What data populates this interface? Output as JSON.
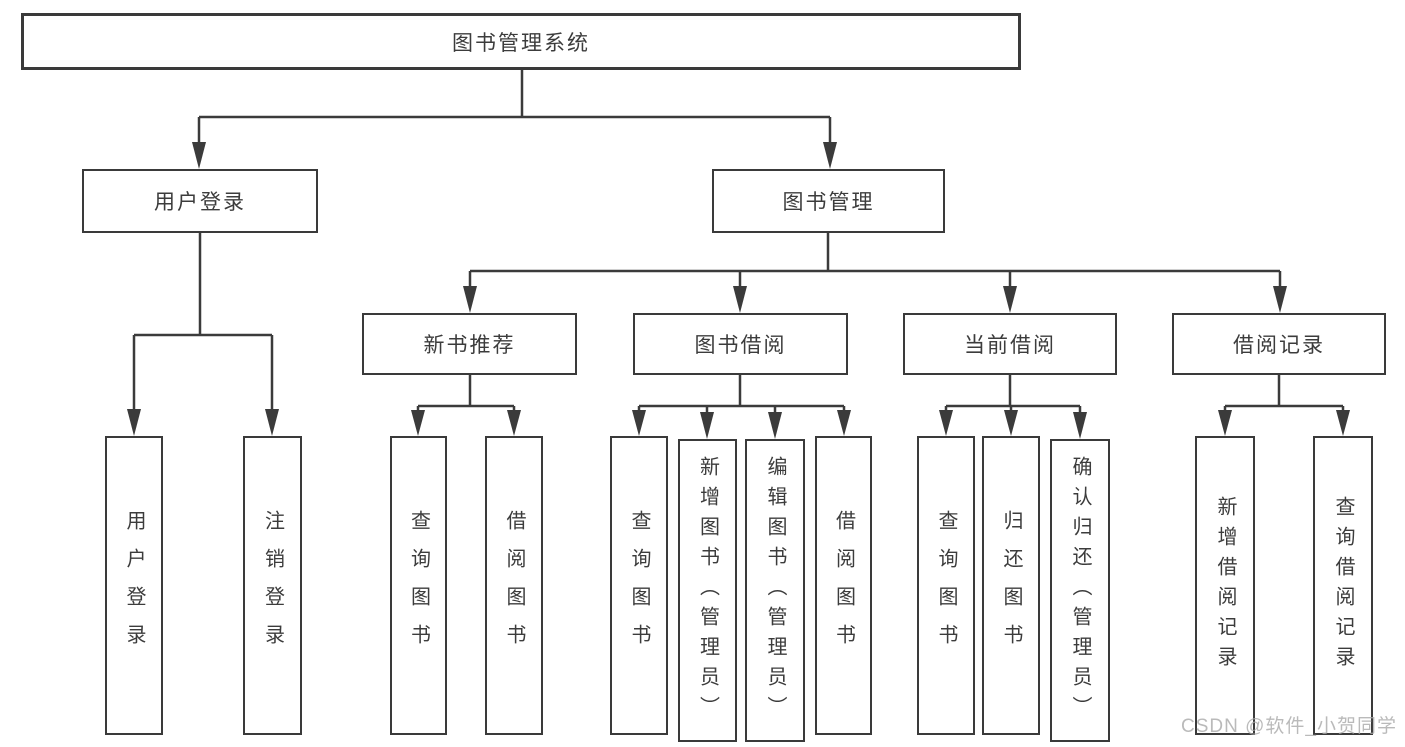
{
  "diagram": {
    "title": "图书管理系统",
    "root": {
      "label": "图书管理系统"
    },
    "level2": [
      {
        "id": "user-login",
        "label": "用户登录"
      },
      {
        "id": "book-management",
        "label": "图书管理"
      }
    ],
    "level3": [
      {
        "id": "new-book-recommend",
        "parent": "book-management",
        "label": "新书推荐"
      },
      {
        "id": "book-borrow",
        "parent": "book-management",
        "label": "图书借阅"
      },
      {
        "id": "current-borrow",
        "parent": "book-management",
        "label": "当前借阅"
      },
      {
        "id": "borrow-records",
        "parent": "book-management",
        "label": "借阅记录"
      }
    ],
    "leaves": [
      {
        "parent": "user-login",
        "label": "用户登录"
      },
      {
        "parent": "user-login",
        "label": "注销登录"
      },
      {
        "parent": "new-book-recommend",
        "label": "查询图书"
      },
      {
        "parent": "new-book-recommend",
        "label": "借阅图书"
      },
      {
        "parent": "book-borrow",
        "label": "查询图书"
      },
      {
        "parent": "book-borrow",
        "label": "新增图书（管理员）"
      },
      {
        "parent": "book-borrow",
        "label": "编辑图书（管理员）"
      },
      {
        "parent": "book-borrow",
        "label": "借阅图书"
      },
      {
        "parent": "current-borrow",
        "label": "查询图书"
      },
      {
        "parent": "current-borrow",
        "label": "归还图书"
      },
      {
        "parent": "current-borrow",
        "label": "确认归还（管理员）"
      },
      {
        "parent": "borrow-records",
        "label": "新增借阅记录"
      },
      {
        "parent": "borrow-records",
        "label": "查询借阅记录"
      }
    ]
  },
  "watermark": {
    "text": "CSDN @软件_小贺同学"
  },
  "colors": {
    "line": "#3b3b3b",
    "box_border": "#3a3a3a",
    "text": "#3c3c3c",
    "background": "#ffffff",
    "watermark": "#a9a9a9"
  }
}
